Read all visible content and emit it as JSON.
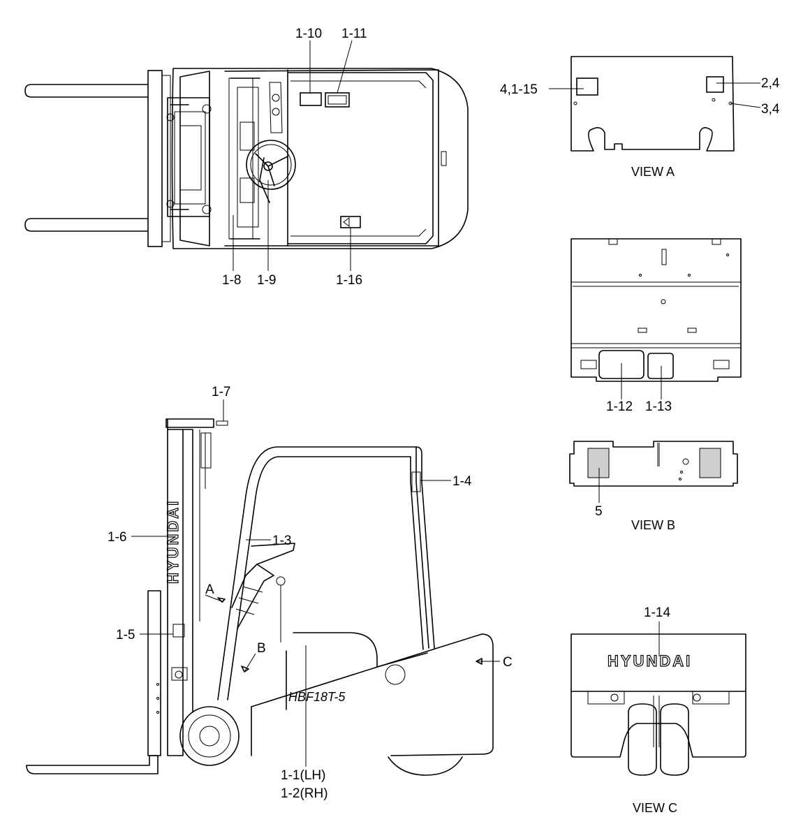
{
  "labels": {
    "l_1_10": "1-10",
    "l_1_11": "1-11",
    "l_1_8": "1-8",
    "l_1_9": "1-9",
    "l_1_16": "1-16",
    "l_1_7": "1-7",
    "l_1_4": "1-4",
    "l_1_6": "1-6",
    "l_1_3": "1-3",
    "l_1_5": "1-5",
    "l_1_1": "1-1(LH)",
    "l_1_2": "1-2(RH)",
    "l_a": "A",
    "l_b": "B",
    "l_c": "C",
    "l_4_1_15": "4,1-15",
    "l_2_4": "2,4",
    "l_3_4": "3,4",
    "l_1_12": "1-12",
    "l_1_13": "1-13",
    "l_5": "5",
    "l_1_14": "1-14"
  },
  "captions": {
    "view_a": "VIEW A",
    "view_b": "VIEW B",
    "view_c": "VIEW C"
  },
  "decals": {
    "brand_side": "HYUNDAI",
    "brand_rear": "HYUNDAI",
    "model_badge": "HBF18T-5"
  }
}
